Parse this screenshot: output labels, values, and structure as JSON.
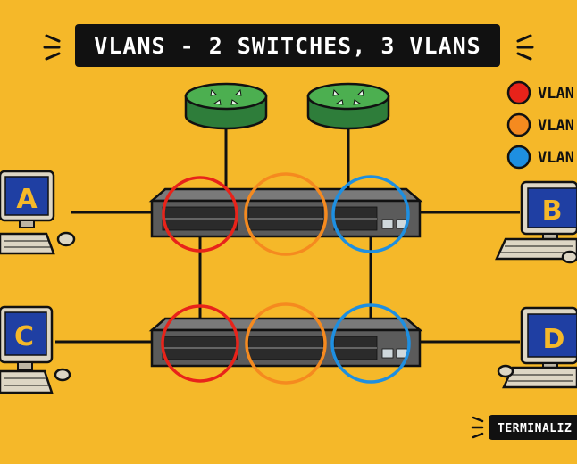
{
  "title": "VLANS - 2 SWITCHES, 3 VLANS",
  "legend": [
    {
      "label": "VLAN",
      "color": "#e8231a"
    },
    {
      "label": "VLAN",
      "color": "#f58a1f"
    },
    {
      "label": "VLAN",
      "color": "#1e8fe1"
    }
  ],
  "hosts": {
    "a": "A",
    "b": "B",
    "c": "C",
    "d": "D"
  },
  "brand": "TERMINALIZ",
  "colors": {
    "background": "#f5b829",
    "router": "#3a9a4a",
    "switch": "#5b5b5b",
    "screen": "#1f3fa3"
  }
}
